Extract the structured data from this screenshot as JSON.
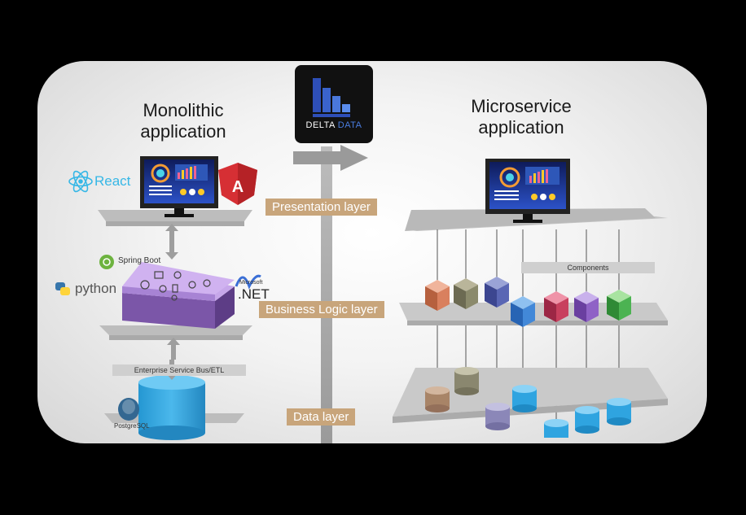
{
  "brand": {
    "line1": "DELTA",
    "line2": "DATA"
  },
  "monolithic": {
    "title_line1": "Monolithic",
    "title_line2": "application"
  },
  "microservice": {
    "title_line1": "Microservice",
    "title_line2": "application"
  },
  "layers": {
    "presentation": "Presentation layer",
    "business": "Business Logic layer",
    "data": "Data layer"
  },
  "tech": {
    "react": "React",
    "spring": "Spring Boot",
    "python": "python",
    "net_small": "Microsoft",
    "net": ".NET",
    "postgres": "PostgreSQL"
  },
  "esb": "Enterprise Service Bus/ETL",
  "components": "Components",
  "colors": {
    "brand_bg": "#111111",
    "layer_label": "#c8a57b",
    "mono_cube": "#b08fd6",
    "db_blue": "#34a9e0"
  }
}
